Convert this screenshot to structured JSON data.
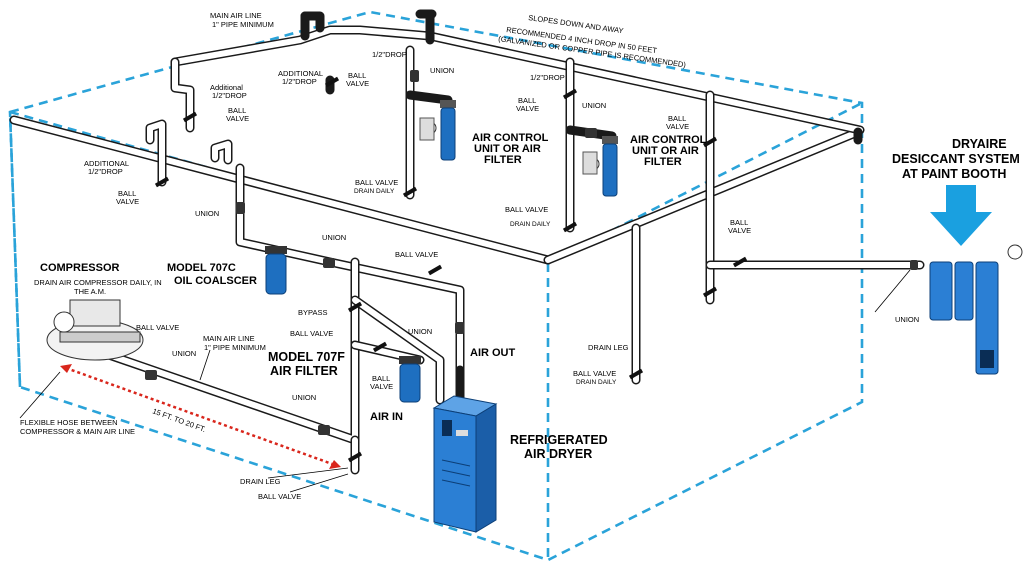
{
  "colors": {
    "outline_dash": "#2aa3d9",
    "filter_blue": "#1e6fc0",
    "dryer_blue": "#2b7fd4",
    "arrow_blue": "#1aa0e0",
    "hose_red": "#d9261c"
  },
  "labels": {
    "main_air_line_top": "MAIN AIR LINE",
    "main_air_line_top_sub": "1\" PIPE MINIMUM",
    "slopes": "SLOPES DOWN AND AWAY",
    "recommended_1": "RECOMMENDED 4 INCH DROP IN 50 FEET",
    "recommended_2": "(GALVANIZED OR COPPER PIPE IS RECOMMENDED)",
    "half_drop_1": "1/2\"DROP",
    "half_drop_2": "1/2\"DROP",
    "additional_1_a": "ADDITIONAL",
    "additional_1_b": "1/2\"DROP",
    "additional_2_a": "Additional",
    "additional_2_b": "1/2\"DROP",
    "additional_3_a": "ADDITIONAL",
    "additional_3_b": "1/2\"DROP",
    "union_top": "UNION",
    "union_top2": "UNION",
    "ball_valve_top1_a": "BALL",
    "ball_valve_top1_b": "VALVE",
    "ball_valve_top2_a": "BALL",
    "ball_valve_top2_b": "VALVE",
    "ball_valve_left_a": "BALL",
    "ball_valve_left_b": "VALVE",
    "ball_valve_mid_a": "BALL",
    "ball_valve_mid_b": "VALVE",
    "ball_valve_right_a": "BALL",
    "ball_valve_right_b": "VALVE",
    "air_control_1_a": "AIR CONTROL",
    "air_control_1_b": "UNIT OR AIR",
    "air_control_1_c": "FILTER",
    "air_control_2_a": "AIR CONTROL",
    "air_control_2_b": "UNIT OR AIR",
    "air_control_2_c": "FILTER",
    "bv_drain_daily_a": "BALL VALVE",
    "bv_drain_daily_b": "DRAIN DAILY",
    "ball_valve_back": "BALL VALVE",
    "drain_daily": "DRAIN DAILY",
    "union_left": "UNION",
    "union_mid": "UNION",
    "ball_valve_coal": "BALL VALVE",
    "dryaire_1": "DRYAIRE",
    "dryaire_2": "DESICCANT SYSTEM",
    "dryaire_3": "AT PAINT BOOTH",
    "ball_valve_booth_a": "BALL",
    "ball_valve_booth_b": "VALVE",
    "union_booth": "UNION",
    "compressor": "COMPRESSOR",
    "compressor_note_1": "DRAIN AIR COMPRESSOR DAILY, IN",
    "compressor_note_2": "THE A.M.",
    "model_707c_1": "MODEL 707C",
    "model_707c_2": "OIL COALSCER",
    "bypass": "BYPASS",
    "ball_valve_bypass": "BALL VALVE",
    "union_bypass": "UNION",
    "model_707f_1": "MODEL 707F",
    "model_707f_2": "AIR FILTER",
    "ball_valve_707f_a": "BALL",
    "ball_valve_707f_b": "VALVE",
    "air_out": "AIR OUT",
    "air_in": "AIR IN",
    "ball_valve_comp": "BALL VALVE",
    "union_comp": "UNION",
    "main_air_line_front": "MAIN AIR LINE",
    "main_air_line_front_sub": "1\" PIPE MINIMUM",
    "union_front": "UNION",
    "flexible_1": "FLEXIBLE HOSE BETWEEN",
    "flexible_2": "COMPRESSOR & MAIN AIR LINE",
    "distance": "15 FT.  TO 20 FT.",
    "drain_leg_front": "DRAIN LEG",
    "ball_valve_front": "BALL VALVE",
    "refrigerated_1": "REFRIGERATED",
    "refrigerated_2": "AIR DRYER",
    "drain_leg_right": "DRAIN LEG",
    "bv_drain_daily_right_a": "BALL VALVE",
    "bv_drain_daily_right_b": "DRAIN DAILY"
  }
}
